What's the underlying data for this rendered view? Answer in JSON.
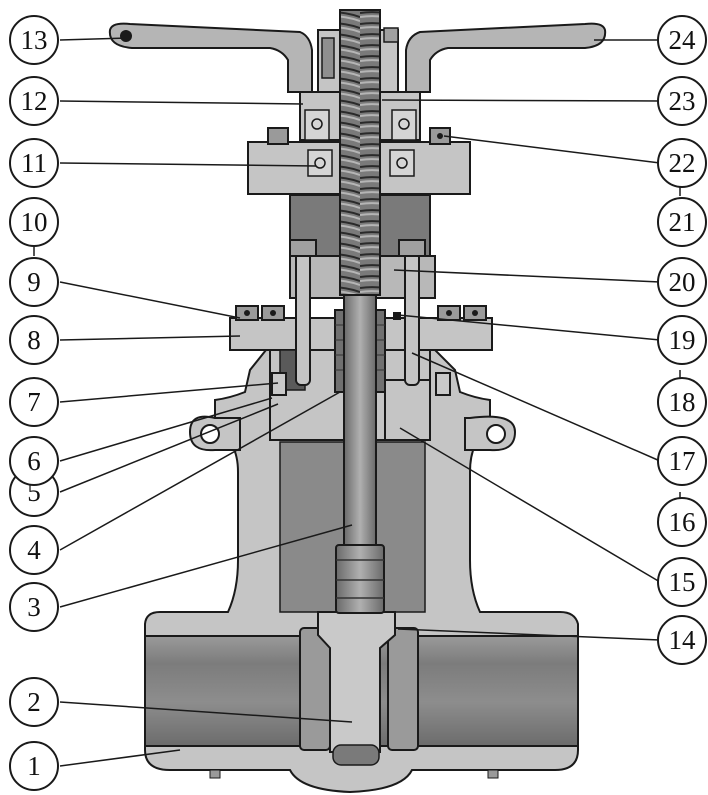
{
  "callouts": [
    {
      "id": "1",
      "label": "1"
    },
    {
      "id": "2",
      "label": "2"
    },
    {
      "id": "3",
      "label": "3"
    },
    {
      "id": "4",
      "label": "4"
    },
    {
      "id": "5",
      "label": "5"
    },
    {
      "id": "6",
      "label": "6"
    },
    {
      "id": "7",
      "label": "7"
    },
    {
      "id": "8",
      "label": "8"
    },
    {
      "id": "9",
      "label": "9"
    },
    {
      "id": "10",
      "label": "10"
    },
    {
      "id": "11",
      "label": "11"
    },
    {
      "id": "12",
      "label": "12"
    },
    {
      "id": "13",
      "label": "13"
    },
    {
      "id": "14",
      "label": "14"
    },
    {
      "id": "15",
      "label": "15"
    },
    {
      "id": "16",
      "label": "16"
    },
    {
      "id": "17",
      "label": "17"
    },
    {
      "id": "18",
      "label": "18"
    },
    {
      "id": "19",
      "label": "19"
    },
    {
      "id": "20",
      "label": "20"
    },
    {
      "id": "21",
      "label": "21"
    },
    {
      "id": "22",
      "label": "22"
    },
    {
      "id": "23",
      "label": "23"
    },
    {
      "id": "24",
      "label": "24"
    }
  ],
  "colors": {
    "outline": "#1a1a1a",
    "body_light": "#c8c8c8",
    "body_mid": "#a6a6a6",
    "body_dark": "#808080",
    "cavity": "#8c8c8c",
    "bore_dark": "#6e6e6e",
    "callout_fill": "#ffffff"
  }
}
